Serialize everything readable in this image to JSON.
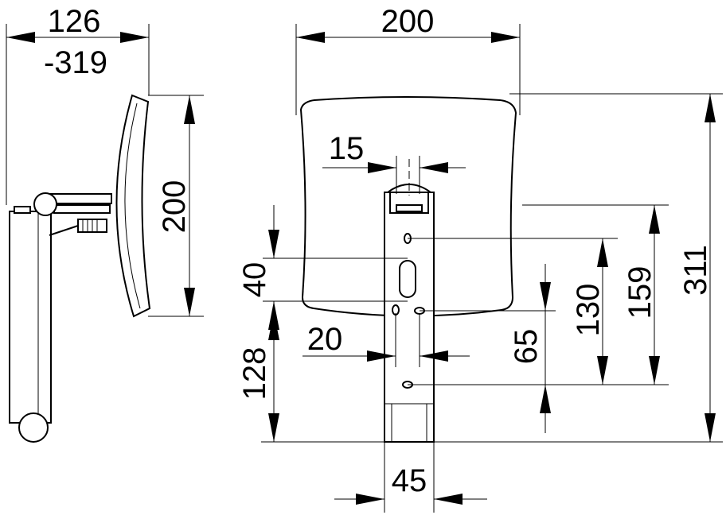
{
  "dimensions": {
    "side_projection_min": "126",
    "side_projection_max": "-319",
    "side_mirror_height": "200",
    "front_width": "200",
    "hole_offset_top": "15",
    "slot_length": "40",
    "hole_spacing": "20",
    "lower_height": "128",
    "hole_height": "65",
    "height_130": "130",
    "height_159": "159",
    "total_height": "311",
    "bracket_width": "45"
  }
}
